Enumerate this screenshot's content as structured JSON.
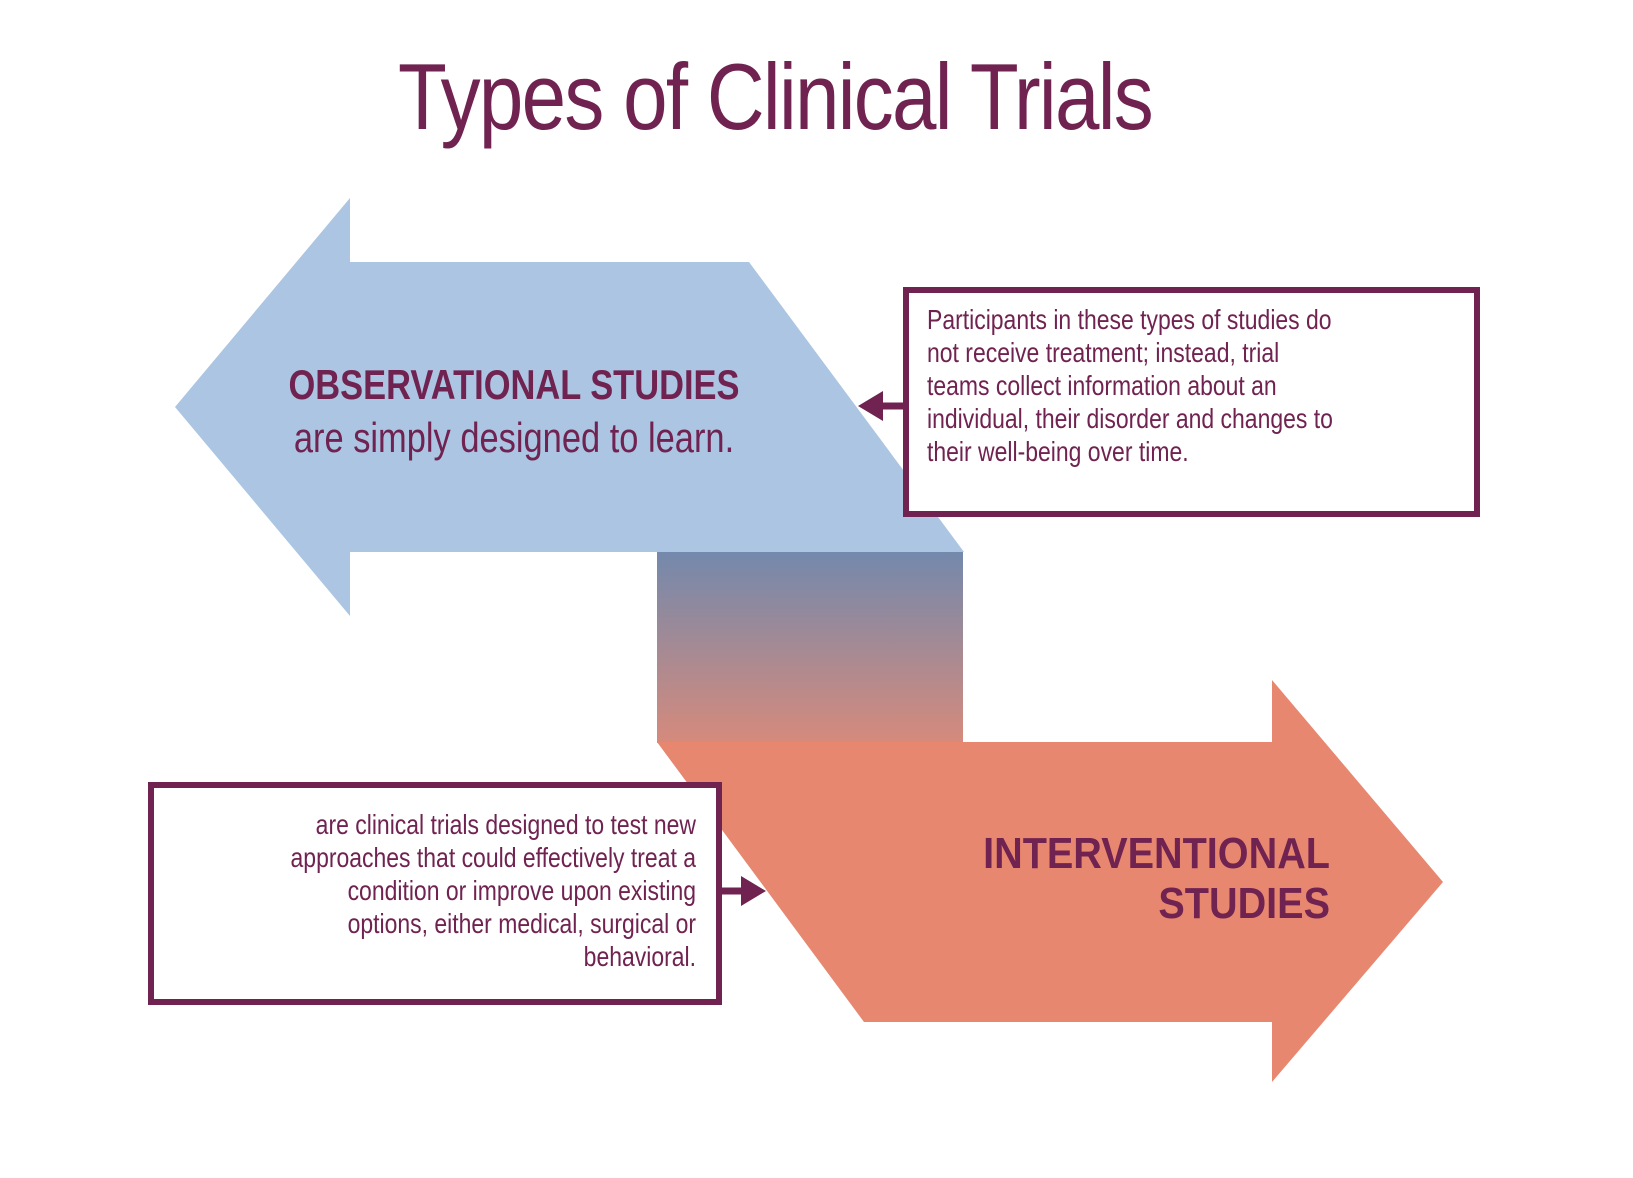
{
  "title": "Types of Clinical Trials",
  "palette": {
    "maroon": "#702350",
    "light_blue": "#abc5e2",
    "salmon": "#e8876f",
    "blend_top": "#7389ac",
    "blend_bottom": "#d68a7c"
  },
  "observational": {
    "heading": "OBSERVATIONAL STUDIES",
    "tagline": "are simply designed to learn.",
    "callout": "Participants in these types of studies do not receive treatment; instead, trial teams collect information about an individual, their disorder and changes to their well-being over time."
  },
  "interventional": {
    "heading": "INTERVENTIONAL\nSTUDIES",
    "callout": "are clinical trials designed to test new approaches that could effectively treat a condition or improve upon existing options, either medical, surgical or behavioral."
  }
}
